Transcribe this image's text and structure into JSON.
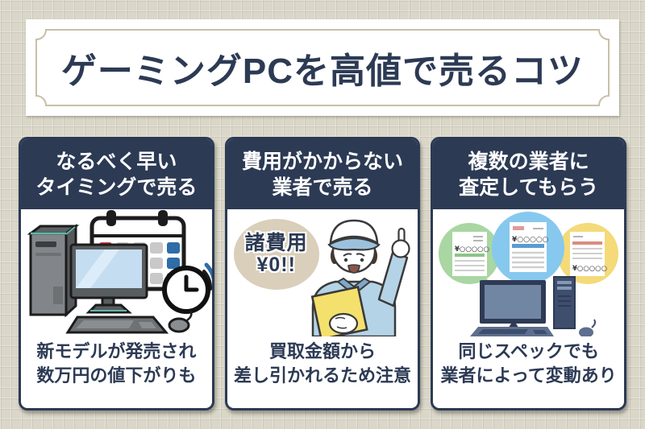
{
  "colors": {
    "background": "#dad7c9",
    "navy": "#2c3a54",
    "banner_frame": "#c9bfa7",
    "bubble_beige": "#d9cfba",
    "bubble_green": "#a9d6a2",
    "bubble_blue": "#87c8ee",
    "bubble_yellow": "#f4da79",
    "calendar_red": "#cf3a45",
    "calendar_blue": "#2e6da8"
  },
  "banner": {
    "title": "ゲーミングPCを高値で売るコツ"
  },
  "cards": [
    {
      "header_line1": "なるべく早い",
      "header_line2": "タイミングで売る",
      "illustration": "desktop-pc-calendar-clock",
      "caption_line1": "新モデルが発売され",
      "caption_line2": "数万円の値下がりも"
    },
    {
      "header_line1": "費用がかからない",
      "header_line2": "業者で売る",
      "illustration": "worker-pointing-up",
      "bubble_line1": "諸費用",
      "bubble_line2": "¥0!!",
      "caption_line1": "買取金額から",
      "caption_line2": "差し引かれるため注意"
    },
    {
      "header_line1": "複数の業者に",
      "header_line2": "査定してもらう",
      "illustration": "three-quotes-and-pc",
      "quote_label": "¥○○○○○",
      "caption_line1": "同じスペックでも",
      "caption_line2": "業者によって変動あり"
    }
  ]
}
